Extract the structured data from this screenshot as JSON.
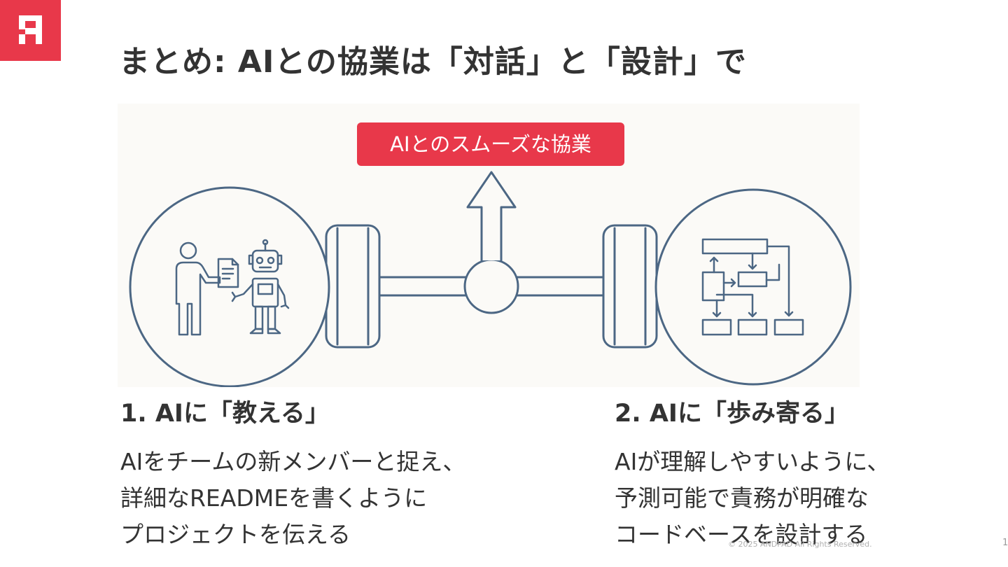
{
  "slide": {
    "title": "まとめ: AIとの協業は「対話」と「設計」で",
    "goal_badge": "AIとのスムーズな協業",
    "points": [
      {
        "title": "1.   AIに「教える」",
        "lines": [
          "AIをチームの新メンバーと捉え、",
          "詳細なREADMEを書くように",
          "プロジェクトを伝える"
        ]
      },
      {
        "title": "2. AIに「歩み寄る」",
        "lines": [
          "AIが理解しやすいように、",
          "予測可能で責務が明確な",
          "コードベースを設計する"
        ]
      }
    ],
    "copyright": "© 2025 ANDPAD All Rights Reserved.",
    "page_number": "1"
  },
  "colors": {
    "accent": "#e8384a",
    "line_art": "#4c6784",
    "text": "#333333",
    "background": "#ffffff"
  },
  "icons": {
    "logo": "andpad-logo-icon",
    "left_circle": "person-handing-document-to-robot-icon",
    "right_circle": "flowchart-icon",
    "arrow": "up-arrow-icon"
  }
}
